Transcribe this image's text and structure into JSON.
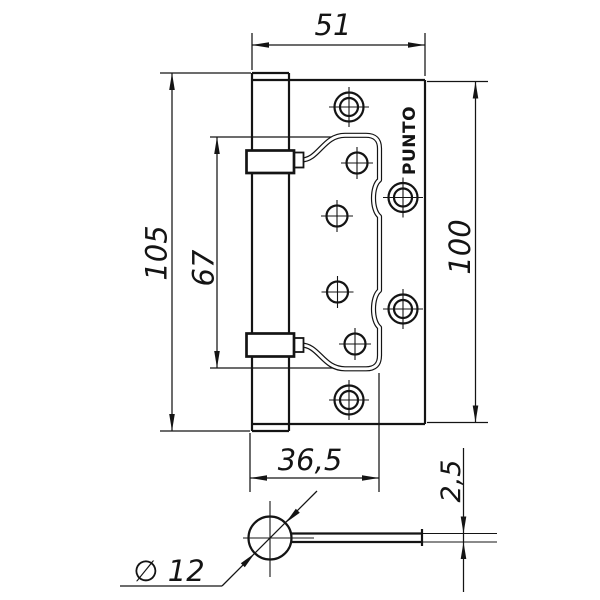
{
  "brand": "PUNTO",
  "dimensions": {
    "plate_width": "51",
    "overall_height": "105",
    "leaf_height": "67",
    "plate_height": "100",
    "leaf_width": "36,5",
    "leaf_thickness": "2,5",
    "knuckle_diameter": "∅ 12"
  }
}
